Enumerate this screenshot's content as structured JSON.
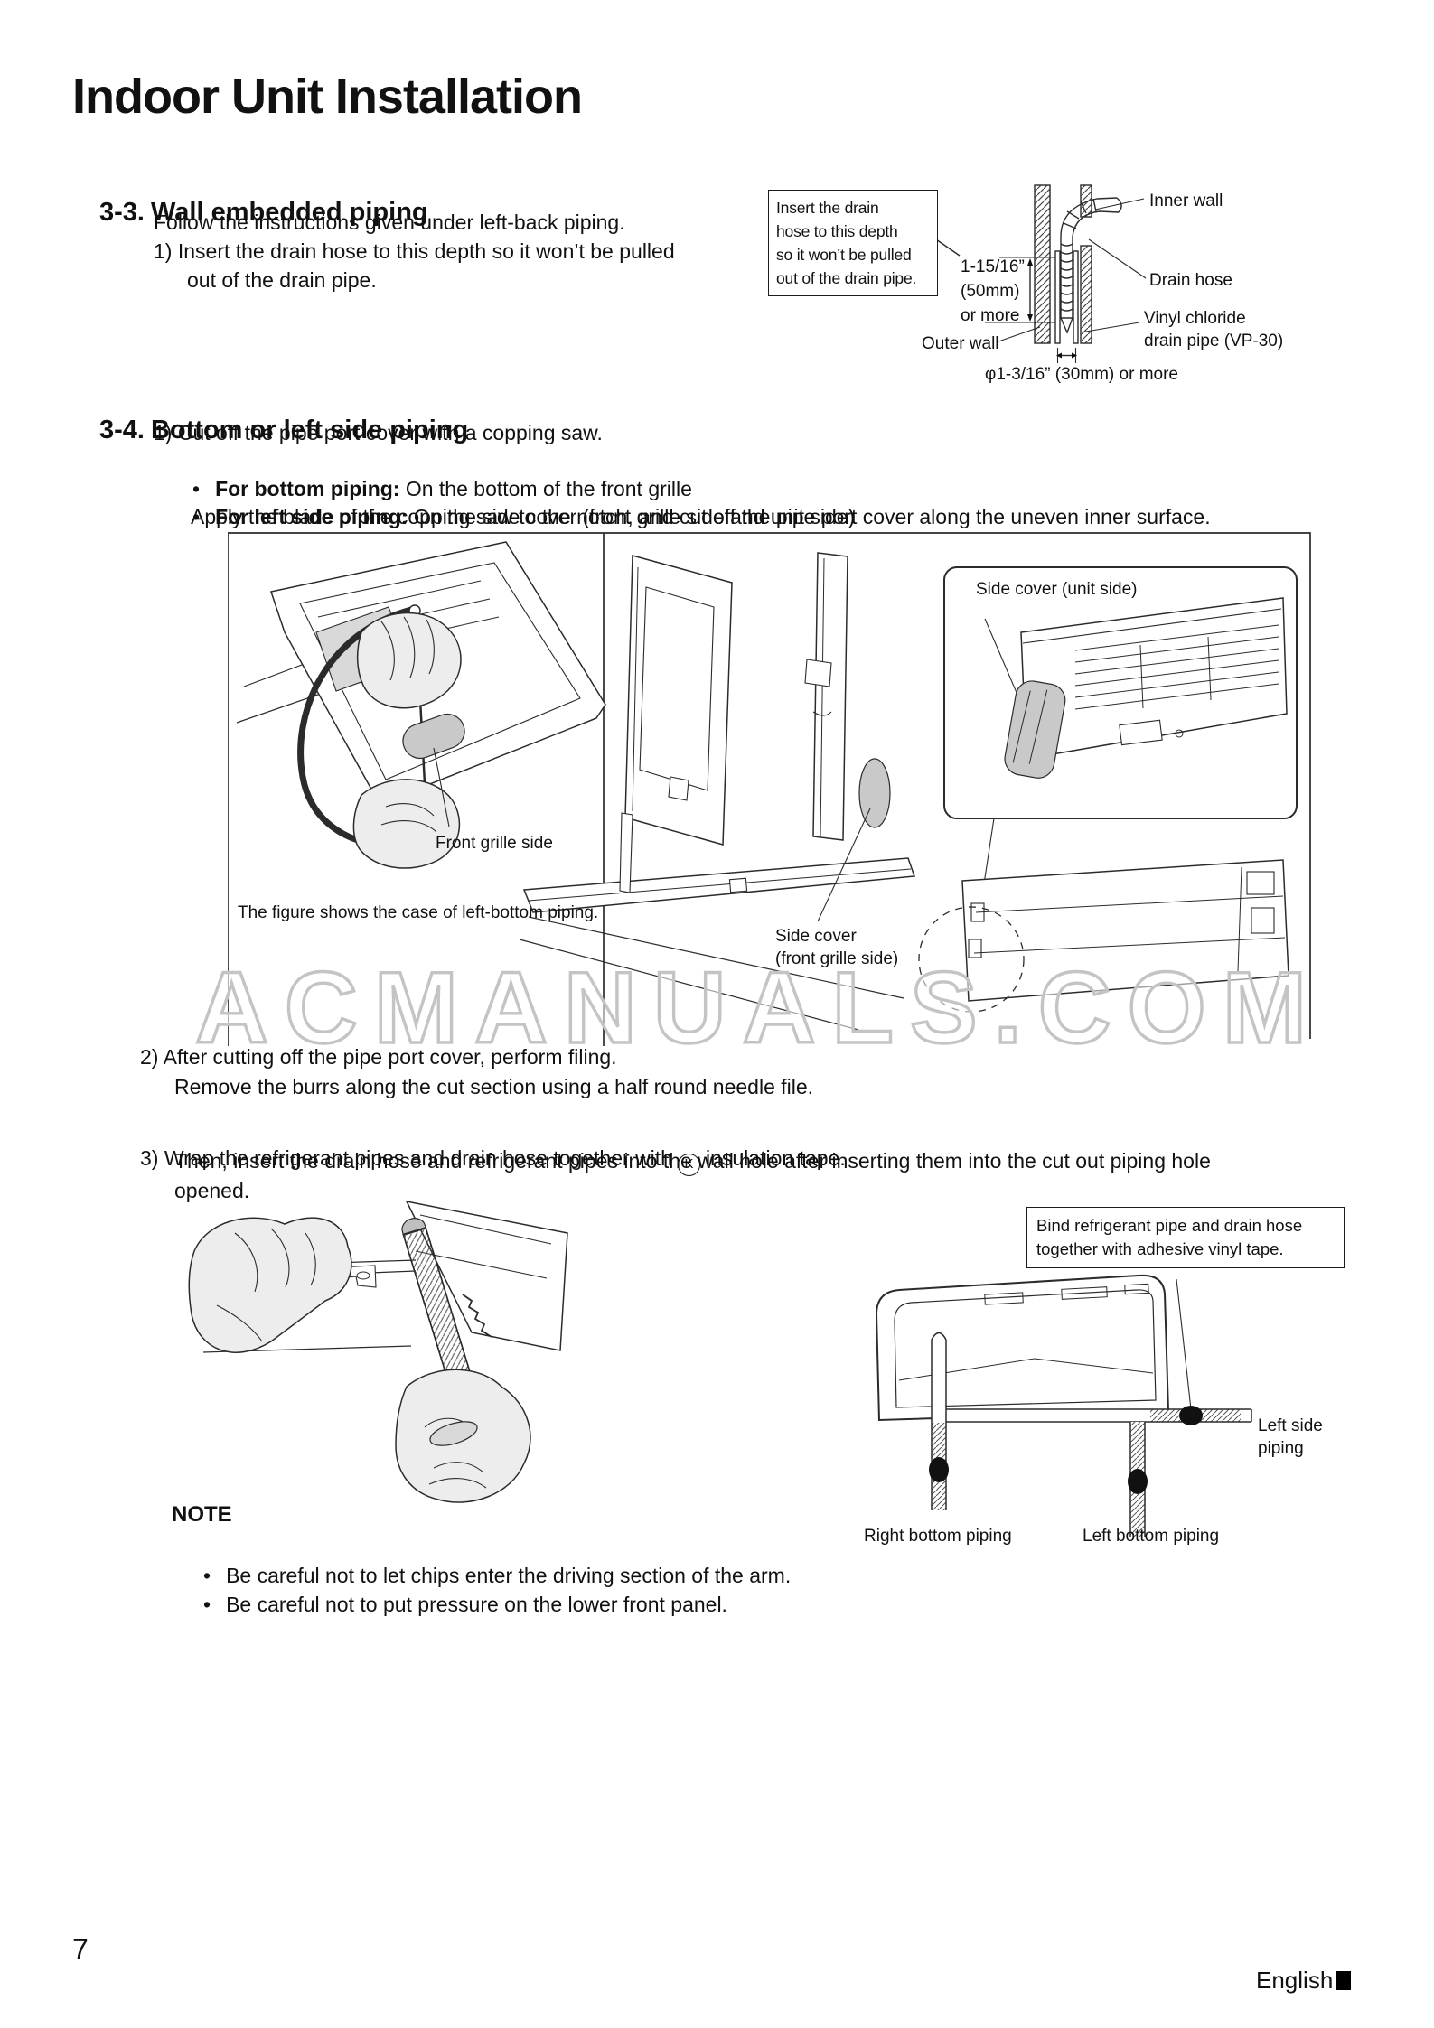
{
  "page": {
    "title": "Indoor Unit Installation",
    "page_number": "7",
    "footer_language": "English",
    "watermark": "ACMANUALS.COM",
    "bullet": "•"
  },
  "section_3_3": {
    "number": "3-3.",
    "heading": "Wall embedded piping",
    "intro": "Follow the instructions given under left-back piping.",
    "step1_line1": "1) Insert the drain hose to this depth so it won’t be pulled",
    "step1_line2": "out of the drain pipe."
  },
  "wall_diagram": {
    "callout": "Insert the drain\nhose to this depth\nso it won’t be pulled\nout of the drain pipe.",
    "dim_depth": "1-15/16”\n(50mm)\nor more",
    "inner_wall": "Inner wall",
    "drain_hose": "Drain hose",
    "vinyl_pipe": "Vinyl chloride\ndrain pipe (VP-30)",
    "outer_wall": "Outer wall",
    "dim_hole": "φ1-3/16” (30mm) or more"
  },
  "section_3_4": {
    "number": "3-4.",
    "heading": "Bottom or left side piping",
    "step1": "1) Cut off the pipe port cover with a copping saw.",
    "bullet1_label": "For bottom piping:",
    "bullet1_text": " On the bottom of the front grille",
    "bullet2_label": "For left side piping:",
    "bullet2_text": " On the side cover (front grille side and unit side)",
    "apply": "Apply the blade of the copping saw to the notch, and cut off the pipe port cover along the uneven inner surface.",
    "step2_line1": "2) After cutting off the pipe port cover, perform filing.",
    "step2_line2": "Remove the burrs along the cut section using a half round needle file.",
    "step3_pre": "3) Wrap the refrigerant pipes and drain hose together with",
    "step3_key": "K",
    "step3_post": "insulation tape.",
    "step3_line2": "Then, insert the drain hose and refrigerant pipes into the wall hole after inserting them into the cut out piping hole",
    "step3_line3": "opened."
  },
  "cut_figure": {
    "front_grille_side": "Front grille side",
    "caption": "The figure shows the case of left-bottom piping.",
    "side_cover_front": "Side cover\n(front grille side)",
    "side_cover_unit": "Side cover (unit side)"
  },
  "bind_figure": {
    "callout": "Bind refrigerant pipe and drain hose\ntogether with adhesive vinyl tape.",
    "left_side": "Left side\npiping",
    "right_bottom": "Right bottom piping",
    "left_bottom": "Left bottom piping"
  },
  "note": {
    "heading": "NOTE",
    "items": [
      "Be careful not to let chips enter the driving section of the arm.",
      "Be careful not to put pressure on the lower front panel."
    ]
  }
}
